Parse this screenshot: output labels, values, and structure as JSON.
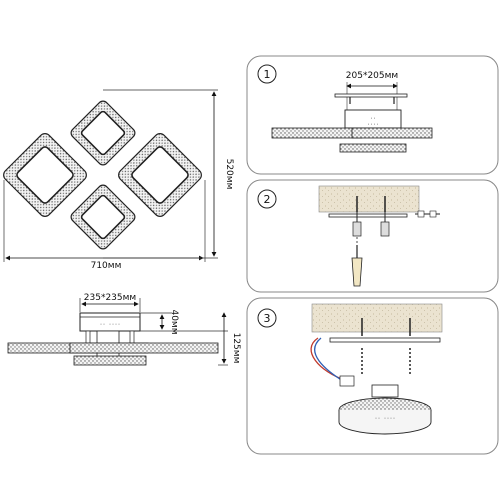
{
  "dimensions": {
    "top_width": "710мм",
    "top_height": "520мм",
    "side_mount": "235*235мм",
    "side_depth": "40мм",
    "side_height": "125мм"
  },
  "steps": [
    {
      "number": "1",
      "label": "205*205мм"
    },
    {
      "number": "2"
    },
    {
      "number": "3"
    }
  ]
}
